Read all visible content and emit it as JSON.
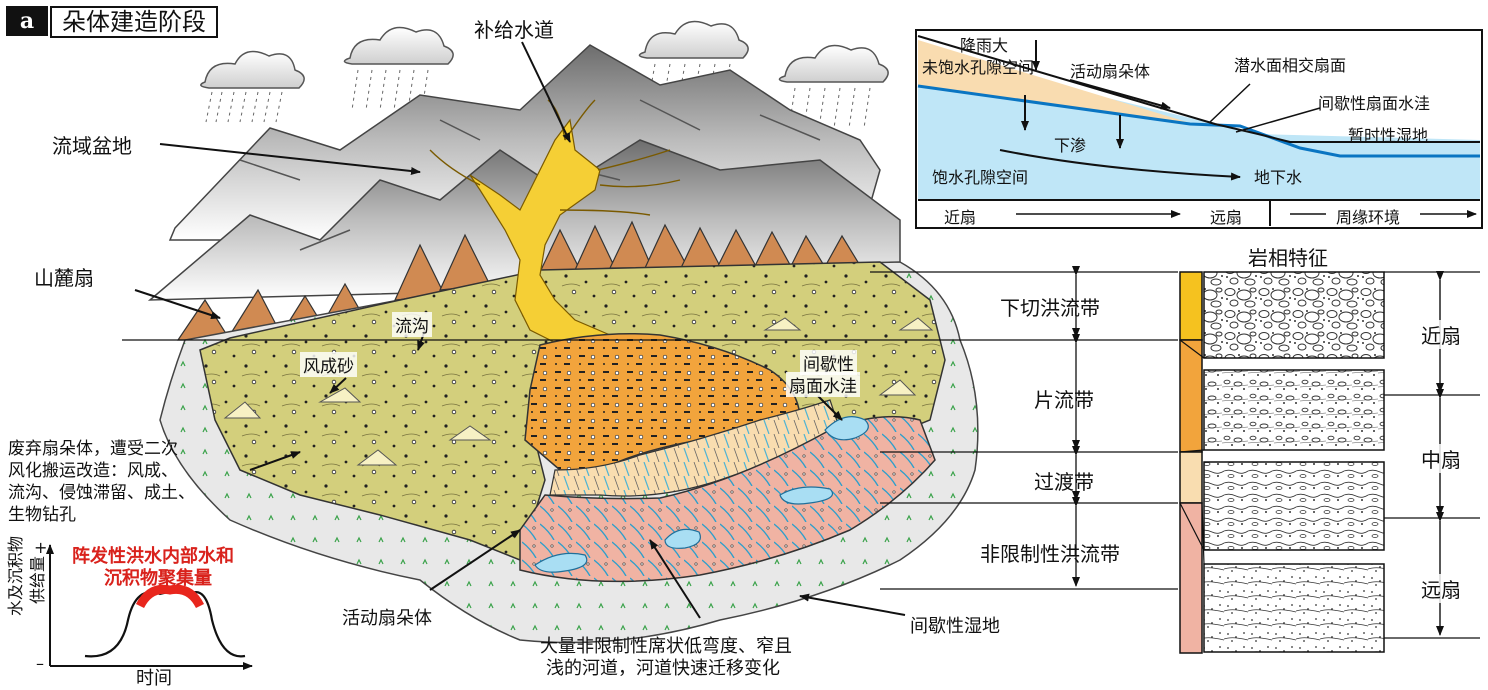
{
  "panel": {
    "tag": "a",
    "title": "朵体建造阶段"
  },
  "labels": {
    "supply_channel": "补给水道",
    "drainage_basin": "流域盆地",
    "piedmont_fan": "山麓扇",
    "gully": "流沟",
    "eolian_sand": "风成砂",
    "intermittent_pond_1": "间歇性",
    "intermittent_pond_2": "扇面水洼",
    "abandoned_1": "废弃扇朵体，遭受二次",
    "abandoned_2": "风化搬运改造：风成、",
    "abandoned_3": "流沟、侵蚀滞留、成土、",
    "abandoned_4": "生物钻孔",
    "active_lobe": "活动扇朵体",
    "intermittent_wetland": "间歇性湿地",
    "channels_1": "大量非限制性席状低弯度、窄且",
    "channels_2": "浅的河道，河道快速迁移变化"
  },
  "zones": {
    "incised": "下切洪流带",
    "sheet": "片流带",
    "transition": "过渡带",
    "unconfined": "非限制性洪流带"
  },
  "facies": {
    "title": "岩相特征",
    "proximal": "近扇",
    "middle": "中扇",
    "distal": "远扇"
  },
  "inset": {
    "heavy_rain": "降雨大",
    "unsaturated": "未饱水孔隙空间",
    "active_lobe": "活动扇朵体",
    "intersect": "潜水面相交扇面",
    "pond": "间歇性扇面水洼",
    "wetland": "暂时性湿地",
    "infiltration": "下渗",
    "saturated": "饱水孔隙空间",
    "groundwater": "地下水",
    "proximal": "近扇",
    "distal": "远扇",
    "periphery": "周缘环境"
  },
  "graph": {
    "ylabel_1": "水及沉积物",
    "ylabel_2": "供给量",
    "plus": "+",
    "minus": "–",
    "xlabel": "时间",
    "note_1": "阵发性洪水内部水和",
    "note_2": "沉积物聚集量"
  },
  "colors": {
    "olive_fan": "#d3cf7c",
    "orange_sheet": "#f2a43c",
    "transition": "#f9ddb0",
    "pink_unconfined": "#f0b3a3",
    "channel_blue": "#4fb3d3",
    "water_blue": "#a9def3",
    "yellow_channel": "#f5cf35",
    "piedmont_brown": "#d08a52",
    "grey_margin": "#e8e8e8",
    "red_peak": "#e8261d"
  }
}
